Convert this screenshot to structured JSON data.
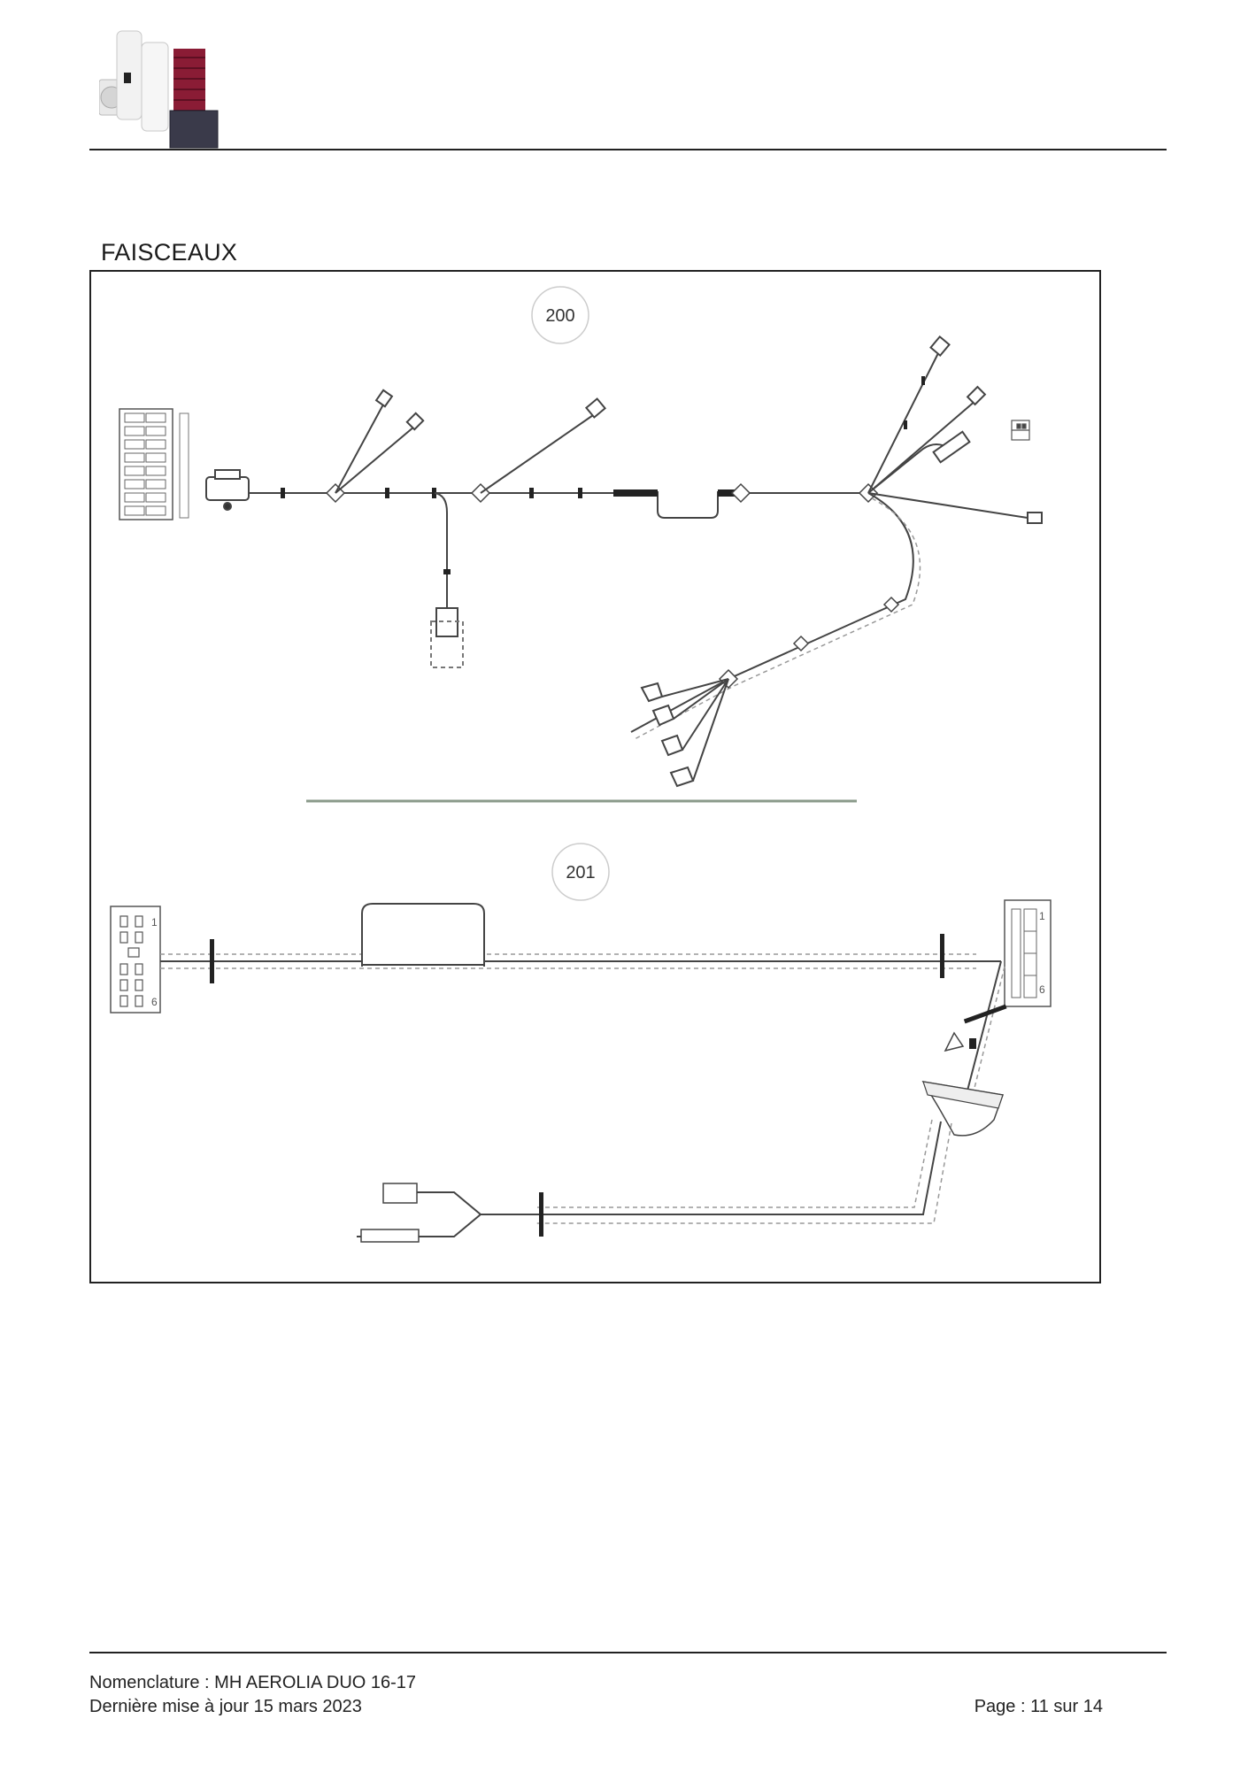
{
  "header": {
    "logo_icon": "product-range-logo",
    "brand_colors": {
      "dark_panel": "#3a3a4a",
      "towel_radiator": "#8a1c35"
    }
  },
  "section": {
    "title": "FAISCEAUX"
  },
  "diagram": {
    "callouts": [
      {
        "id": "harness-200",
        "label": "200"
      },
      {
        "id": "harness-201",
        "label": "201"
      }
    ],
    "connector_pins": {
      "left_first": "1",
      "left_last": "6",
      "right_first": "1",
      "right_last": "6"
    }
  },
  "footer": {
    "document": "Nomenclature : MH AEROLIA DUO 16-17",
    "updated": "Dernière mise à jour 15 mars 2023",
    "page": "Page : 11 sur 14"
  }
}
